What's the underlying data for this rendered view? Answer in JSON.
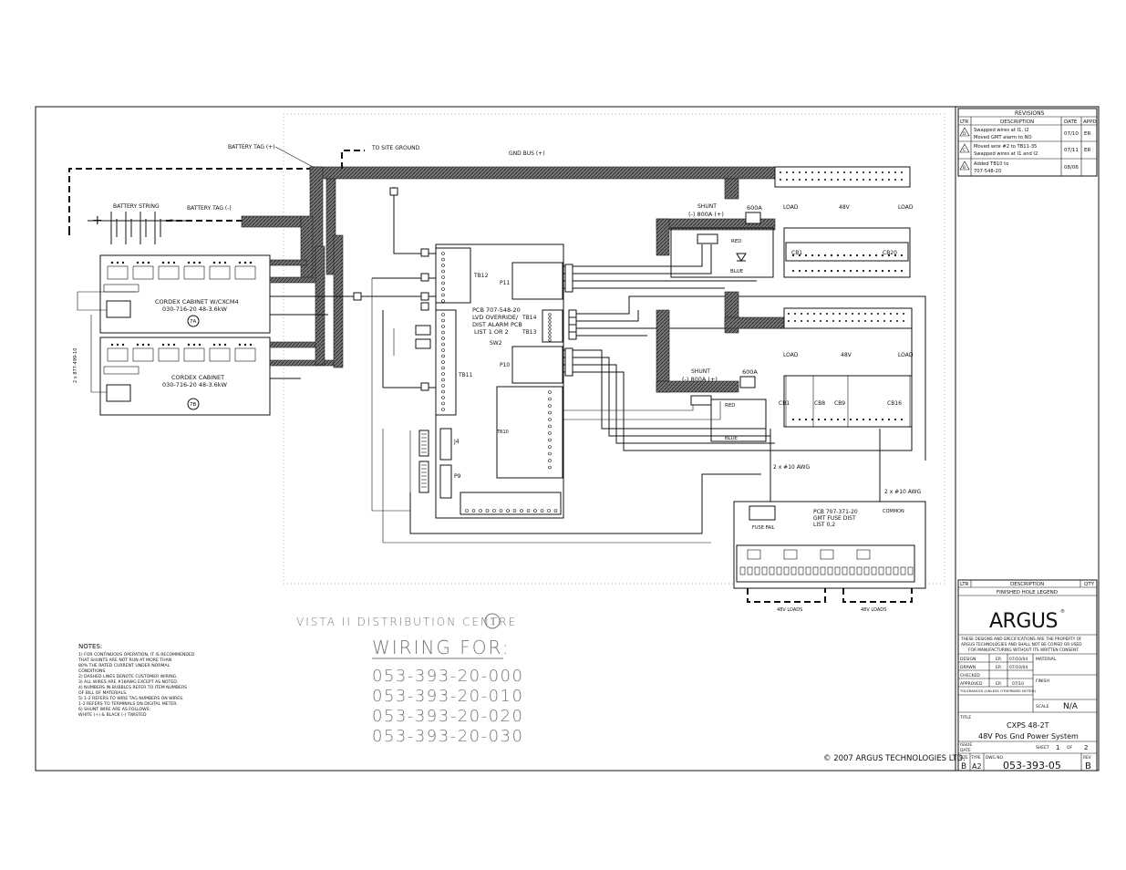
{
  "labels": {
    "battery_tag_pos": "BATTERY TAG (+)",
    "battery_tag_neg": "BATTERY TAG (-)",
    "to_site_ground": "TO SITE GROUND",
    "gnd_bus": "GND BUS (+)",
    "battery_string": "BATTERY STRING",
    "plus": "+",
    "minus": "-",
    "cab1_title": "CORDEX CABINET W/CXCM4",
    "cab1_part": "030-716-20 48-3.6kW",
    "cab1_ref": "7A",
    "cab2_title": "CORDEX CABINET",
    "cab2_part": "030-716-20 48-3.6kW",
    "cab2_ref": "7B",
    "cable": "2 x 877-499-10",
    "pcb_title": "PCB 707-548-20",
    "pcb_sub1": "LVD OVERRIDE/",
    "pcb_sub2": "DIST ALARM PCB",
    "pcb_sub3": "LIST 1 OR 2",
    "sw2": "SW2",
    "tb12": "TB12",
    "tb11": "TB11",
    "tb14": "TB14",
    "tb13": "TB13",
    "tb10": "TB10",
    "p11": "P11",
    "p10": "P10",
    "j4": "J4",
    "p9": "P9",
    "shunt": "SHUNT",
    "shunt_rating": "(-) 800A (+)",
    "breaker": "600A",
    "red": "RED",
    "blue": "BLUE",
    "load": "LOAD",
    "v48": "48V",
    "cb1": "CB1",
    "cb20": "CB20",
    "cb8": "CB8",
    "cb9": "CB9",
    "cb16": "CB16",
    "wire_size": "2 x #10 AWG",
    "gmt_pcb1": "PCB 707-371-20",
    "gmt_pcb2": "GMT FUSE DIST",
    "gmt_pcb3": "LIST 0,2",
    "fuse_fail": "FUSE FAIL",
    "common": "COMMON",
    "loads48": "48V LOADS",
    "vista_title": "VISTA II DISTRIBUTION CENTRE",
    "vista_num": "1",
    "wiring_for": "WIRING FOR:",
    "notes_title": "NOTES:",
    "copyright": "© 2007 ARGUS TECHNOLOGIES LTD."
  },
  "wiring_parts": [
    "053-393-20-000",
    "053-393-20-010",
    "053-393-20-020",
    "053-393-20-030"
  ],
  "notes": [
    "1) FOR CONTINUOUS OPERATION, IT IS RECOMMENDED",
    "   THAT SHUNTS ARE NOT RUN AT MORE THAN",
    "   80% THE RATED CURRENT UNDER NORMAL",
    "   CONDITIONS.",
    "2) DASHED LINES DENOTE CUSTOMER WIRING.",
    "3) ALL WIRES ARE #18AWG EXCEPT AS NOTED.",
    "4) NUMBERS IN BUBBLES REFER TO ITEM NUMBERS",
    "   OF BILL OF MATERIALS.",
    "5) 1-2 REFERS TO WIRE TAG NUMBERS ON WIRES.",
    "   1-2 REFERS TO TERMINALS ON DIGITAL METER.",
    "6) SHUNT WIRE ARE AS FOLLOWS:",
    "   WHITE (+) & BLACK (-) TWISTED"
  ],
  "revisions": {
    "title": "REVISIONS",
    "headers": [
      "LTR",
      "DESCRIPTION",
      "DATE",
      "APPD"
    ],
    "rows": [
      {
        "ltr": "D",
        "lines": [
          "Swapped wires at I1, I2",
          "Moved GMT alarm to NO"
        ],
        "date": "07/10",
        "appd": "ER"
      },
      {
        "ltr": "C",
        "lines": [
          "Moved wire #2 to TB11-35",
          "Swapped wires at I1 and I2"
        ],
        "date": "07/11",
        "appd": "ER"
      },
      {
        "ltr": "B",
        "lines": [
          "Added TB10 to",
          "707-548-20"
        ],
        "date": "08/06",
        "appd": ""
      }
    ]
  },
  "title_block": {
    "legend_headers": [
      "LTR",
      "DESCRIPTION",
      "QTY"
    ],
    "legend_title": "FINISHED HOLE LEGEND",
    "company": "ARGUS",
    "disclaimer": [
      "THESE DESIGNS AND SPECIFICATIONS ARE THE PROPERTY OF",
      "ARGUS TECHNOLOGIES AND SHALL NOT BE COPIED OR USED",
      "FOR MANUFACTURING WITHOUT ITS WRITTEN CONSENT."
    ],
    "design_label": "DESIGN",
    "design_by": "ER",
    "design_date": "07/10/04",
    "drawn_label": "DRAWN",
    "drawn_by": "ER",
    "drawn_date": "07/10/04",
    "checked_label": "CHECKED",
    "approved_label": "APPROVED",
    "approved_by": "ER",
    "approved_date": "07/10",
    "tolerances_label": "TOLERANCES (UNLESS OTHERWISE NOTED)",
    "material_label": "MATERIAL",
    "finish_label": "FINISH",
    "scale_label": "SCALE",
    "scale": "N/A",
    "title_label": "TITLE",
    "title1": "CXPS 48-2T",
    "title2": "48V Pos Gnd Power System",
    "issue_label": "ISSUE",
    "date_label": "DATE",
    "sheet_label": "SHEET",
    "sheet": "1",
    "of_label": "OF",
    "sheets": "2",
    "size_label": "SIZE",
    "size": "B",
    "type_label": "TYPE",
    "type": "A2",
    "dwg_label": "DWG NO.",
    "dwg_no": "053-393-05",
    "rev_label": "REV",
    "rev": "B"
  }
}
